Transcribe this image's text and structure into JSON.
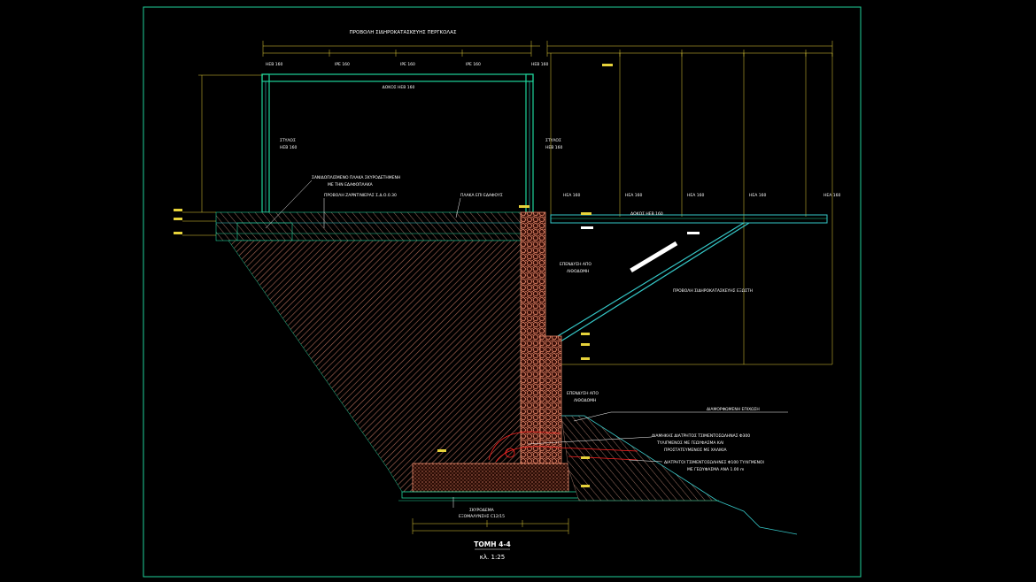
{
  "colors": {
    "background": "#000000",
    "frame": "#1fd19a",
    "steel": "#1fd19a",
    "dimension": "#e6d23a",
    "cyan": "#35c6c6",
    "masonry": "#e8886a",
    "hatch": "#b06a58",
    "red": "#ff2020",
    "text": "#ffffff"
  },
  "labels": {
    "pergola_view": "ΠΡΟΒΟΛΗ ΣΙΔΗΡΟΚΑΤΑΣΚΕΥΗΣ ΠΕΡΓΚΟΛΑΣ",
    "beam_top": "ΔΟΚΟΣ ΗΕΒ 160",
    "column_left_1": "ΣΤΥΛΟΣ",
    "column_left_2": "ΗΕΒ 160",
    "column_right_1": "ΣΤΥΛΟΣ",
    "column_right_2": "ΗΕΒ 160",
    "slab_note_1": "ΣΑΝΙΔΟΠΛΙΣΜΕΝΟ ΠΛΑΚΑ ΣΚΥΡΟΔΕΤΗΜΕΝΗ",
    "slab_note_2": "ΜΕ ΤΗΝ ΕΔΑΦΟΠΛΑΚΑ",
    "planter_view": "ΠΡΟΒΟΛΗ ΖΑΡΝΤΙΝΙΕΡΑΣ Σ.Δ.Ο.0.30",
    "ground_slab": "ΠΛΑΚΑ ΕΠΙ ΕΔΑΦΟΥΣ",
    "beam_right": "ΔΟΚΟΣ ΗΕΒ 160",
    "stone_cladding_1a": "ΕΠΕΝΔΥΣΗ ΑΠΟ",
    "stone_cladding_1b": "ΛΙΘΟΔΟΜΗ",
    "balcony_view": "ΠΡΟΒΟΛΗ ΣΙΔΗΡΟΚΑΤΑΣΚΕΥΗΣ ΕΞΩΣΤΗ",
    "stone_cladding_2a": "ΕΠΕΝΔΥΣΗ ΑΠΟ",
    "stone_cladding_2b": "ΛΙΘΟΔΟΜΗ",
    "shaped_slope": "ΔΙΑΜΟΡΦΩΜΕΝΗ ΕΠΙΧΩΣΗ",
    "drain_1": "ΔΙΑΜΗΚΗΣ ΔΙΑΤΡΗΤΟΣ ΤΣΙΜΕΝΤΟΣΩΛΗΝΑΣ Φ300",
    "drain_2": "ΤΥΛΙΓΜΕΝΟΣ ΜΕ ΓΕΩΥΦΑΣΜΑ ΚΑΙ",
    "drain_3": "ΠΡΟΣΤΑΤΕΥΜΕΝΟΣ ΜΕ ΧΑΛΙΚΙΑ",
    "pipe_1": "ΔΙΑΤΡΗΤΟΙ ΤΣΙΜΕΝΤΟΣΩΛΗΝΕΣ Φ100 ΤΥΛΙΓΜΕΝΟΙ",
    "pipe_2": "ΜΕ ΓΕΩΥΦΑΣΜΑ ΑΝΑ 1.00 m",
    "lean_concrete_1": "ΣΚΥΡΟΔΕΜΑ",
    "lean_concrete_2": "ΕΞΟΜΑΛΥΝΣΗΣ C12/15",
    "section_title": "ΤΟΜΗ 4-4",
    "section_scale": "κλ. 1:25"
  },
  "profiles_left": [
    "ΗΕΒ 160",
    "IPE 160",
    "IPE 160",
    "IPE 160",
    "ΗΕΒ 160"
  ],
  "profiles_right": [
    "ΗΕΑ 160",
    "ΗΕΑ 160",
    "ΗΕΑ 160",
    "ΗΕΑ 160",
    "ΗΕΑ 160"
  ]
}
